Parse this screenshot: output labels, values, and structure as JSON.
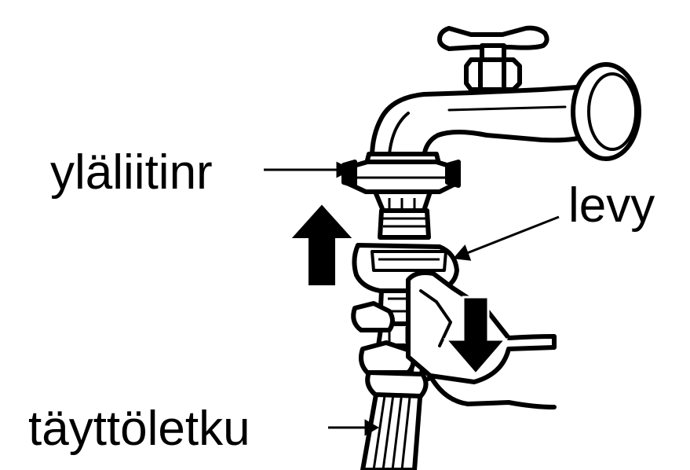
{
  "labels": {
    "upper_connector": "yläliitinr",
    "plate": "levy",
    "fill_hose": "täyttöletku"
  },
  "colors": {
    "ink": "#000000",
    "paper": "#ffffff"
  },
  "arrows": {
    "left_arrow_direction": "up",
    "right_arrow_direction": "down"
  }
}
